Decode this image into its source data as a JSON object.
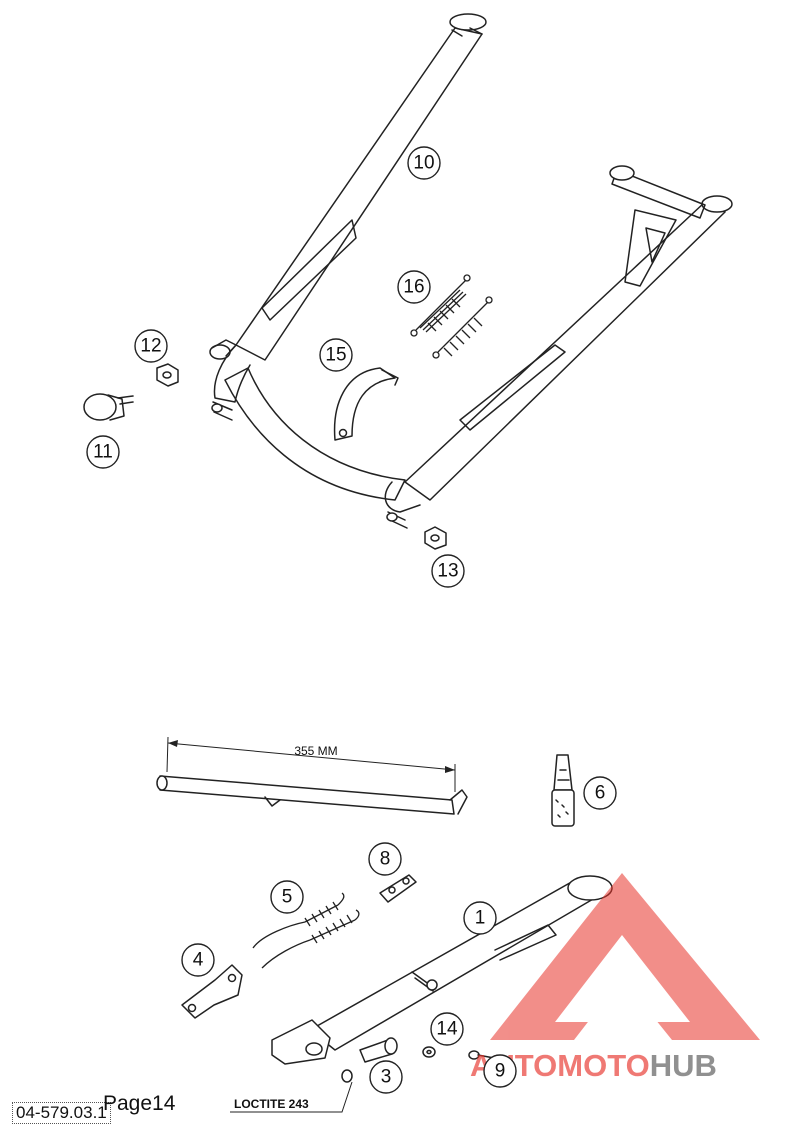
{
  "callouts": [
    "10",
    "16",
    "12",
    "15",
    "11",
    "13",
    "6",
    "8",
    "5",
    "1",
    "4",
    "14",
    "3",
    "9"
  ],
  "dimension_label": "355 MM",
  "loctite_label": "LOCTITE 243",
  "page_label": "Page14",
  "drawing_code": "04-579.03.1",
  "watermark": {
    "part1": "AUTO",
    "part2": "MOTO",
    "part3": "HUB",
    "color_red": "#e8332a",
    "color_grey": "#555555"
  }
}
